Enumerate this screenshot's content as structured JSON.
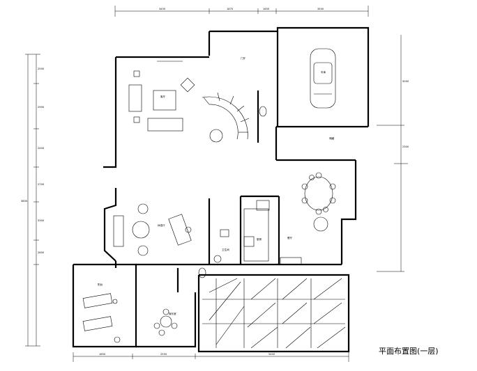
{
  "drawing": {
    "title": "平面布置图(一层)",
    "dims_top": [
      "3450",
      "1870",
      "1650",
      "3500"
    ],
    "dims_bottom": [
      "1850",
      "2550",
      "5400"
    ],
    "dims_left": [
      "2500",
      "2900",
      "2400",
      "2700",
      "3300",
      "2600",
      "3800"
    ],
    "dims_right": [
      "5000",
      "2300"
    ],
    "room_labels": [
      "客厅",
      "门厅",
      "车库",
      "储藏",
      "餐厅",
      "厨房",
      "卫生间",
      "休息厅",
      "娱乐室",
      "阳台"
    ]
  }
}
